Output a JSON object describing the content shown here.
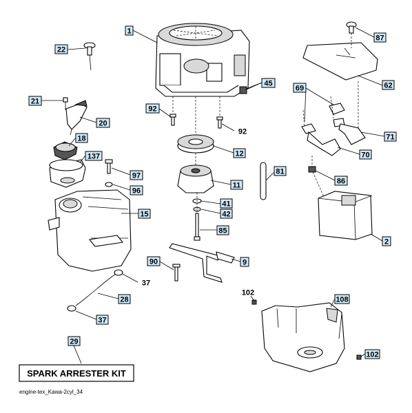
{
  "callouts": [
    {
      "id": "c1",
      "label": "1",
      "boxed": true
    },
    {
      "id": "c2",
      "label": "2",
      "boxed": true
    },
    {
      "id": "c9",
      "label": "9",
      "boxed": true
    },
    {
      "id": "c11",
      "label": "11",
      "boxed": true
    },
    {
      "id": "c12",
      "label": "12",
      "boxed": true
    },
    {
      "id": "c15",
      "label": "15",
      "boxed": true
    },
    {
      "id": "c18",
      "label": "18",
      "boxed": true
    },
    {
      "id": "c20",
      "label": "20",
      "boxed": true
    },
    {
      "id": "c21",
      "label": "21",
      "boxed": true
    },
    {
      "id": "c22",
      "label": "22",
      "boxed": true
    },
    {
      "id": "c28",
      "label": "28",
      "boxed": true
    },
    {
      "id": "c29",
      "label": "29",
      "boxed": true
    },
    {
      "id": "c37a",
      "label": "37",
      "boxed": false
    },
    {
      "id": "c37b",
      "label": "37",
      "boxed": true
    },
    {
      "id": "c41",
      "label": "41",
      "boxed": true
    },
    {
      "id": "c42",
      "label": "42",
      "boxed": true
    },
    {
      "id": "c45",
      "label": "45",
      "boxed": true
    },
    {
      "id": "c62",
      "label": "62",
      "boxed": true
    },
    {
      "id": "c69",
      "label": "69",
      "boxed": true
    },
    {
      "id": "c70",
      "label": "70",
      "boxed": true
    },
    {
      "id": "c71",
      "label": "71",
      "boxed": true
    },
    {
      "id": "c81",
      "label": "81",
      "boxed": true
    },
    {
      "id": "c85",
      "label": "85",
      "boxed": true
    },
    {
      "id": "c86",
      "label": "86",
      "boxed": true
    },
    {
      "id": "c87",
      "label": "87",
      "boxed": true
    },
    {
      "id": "c90",
      "label": "90",
      "boxed": true
    },
    {
      "id": "c92a",
      "label": "92",
      "boxed": true
    },
    {
      "id": "c92b",
      "label": "92",
      "boxed": false
    },
    {
      "id": "c96",
      "label": "96",
      "boxed": true
    },
    {
      "id": "c97",
      "label": "97",
      "boxed": true
    },
    {
      "id": "c102a",
      "label": "102",
      "boxed": false
    },
    {
      "id": "c102b",
      "label": "102",
      "boxed": true
    },
    {
      "id": "c108",
      "label": "108",
      "boxed": true
    },
    {
      "id": "c137",
      "label": "137",
      "boxed": true
    }
  ],
  "kit_label": "SPARK ARRESTER KIT",
  "footer": "engine-tex_Kawa-2cyl_34",
  "colors": {
    "callout_fill": "#cfe9f7",
    "line": "#000000"
  }
}
